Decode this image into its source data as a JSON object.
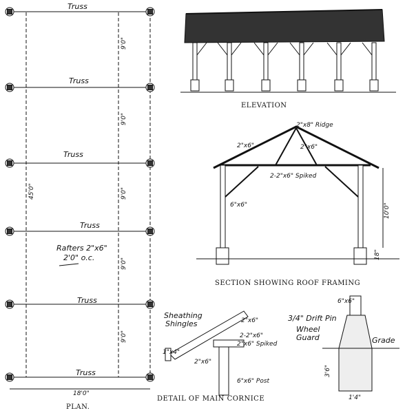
{
  "plan": {
    "caption": "PLAN.",
    "truss_label": "Truss",
    "bay_dim": "9'0\"",
    "overall_length": "45'0\"",
    "overall_width": "18'0\"",
    "rafters_note": "Rafters 2\"x6\"",
    "rafters_spacing": "2'0\" o.c."
  },
  "elevation": {
    "caption": "ELEVATION"
  },
  "section": {
    "caption": "SECTION SHOWING ROOF FRAMING",
    "ridge": "2\"x8\" Ridge",
    "rafter": "2\"x6\"",
    "brace": "2\"x6\"",
    "spiked": "2-2\"x6\" Spiked",
    "post": "6\"x6\"",
    "height": "10'0\"",
    "footing": "18\""
  },
  "cornice": {
    "caption": "DETAIL OF MAIN CORNICE",
    "sheathing": "Sheathing",
    "shingles": "Shingles",
    "rafter": "2\"x6\"",
    "spiked_a": "2-2\"x6\"",
    "spiked_b": "2\"x6\" Spiked",
    "fascia": "1\"x4\"",
    "tie": "2\"x6\"",
    "post": "6\"x6\" Post"
  },
  "footing_detail": {
    "post": "6\"x6\"",
    "pin": "3/4\" Drift Pin",
    "guard1": "Wheel",
    "guard2": "Guard",
    "grade": "Grade",
    "depth": "3'6\"",
    "width": "1'4\""
  }
}
